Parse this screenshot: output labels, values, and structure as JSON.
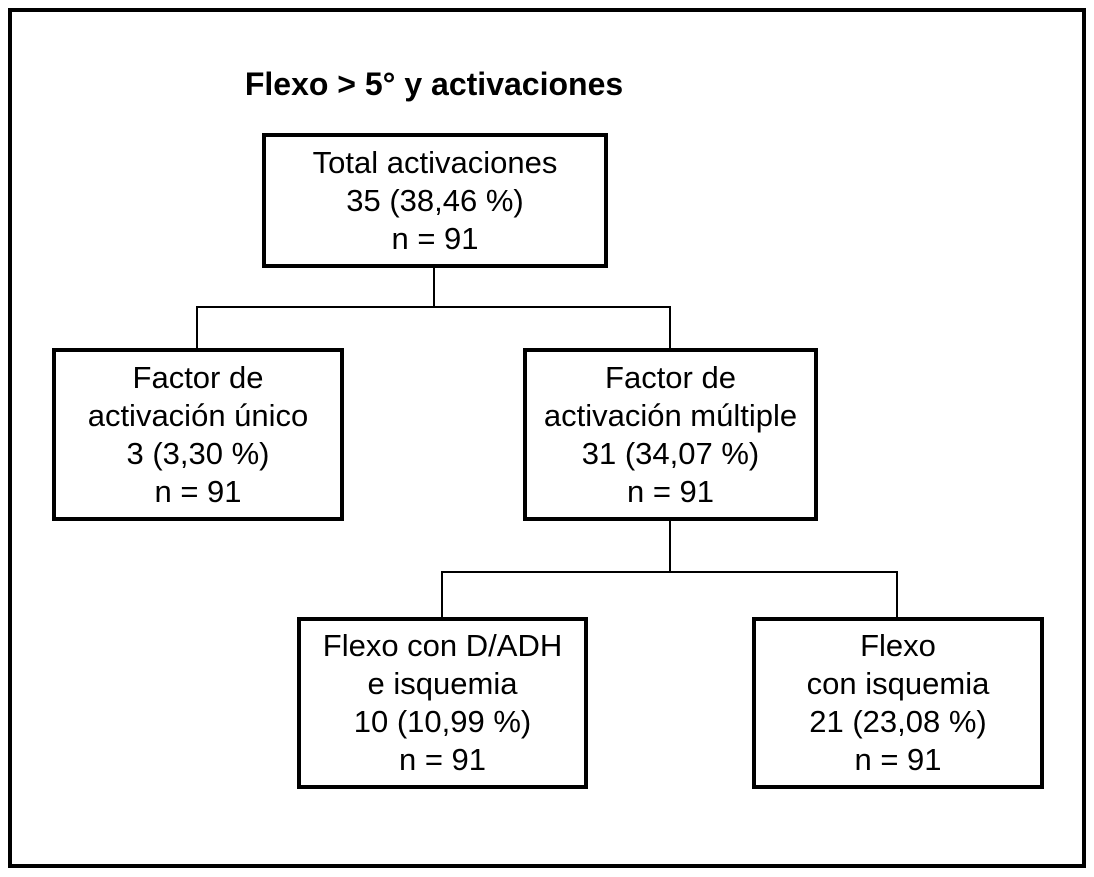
{
  "title": "Flexo > 5° y activaciones",
  "colors": {
    "ink": "#000000",
    "background": "#ffffff"
  },
  "nodes": {
    "total": {
      "lines": [
        "Total activaciones",
        "35 (38,46 %)",
        "n = 91"
      ]
    },
    "factor_unico": {
      "lines": [
        "Factor de",
        "activación único",
        "3 (3,30 %)",
        "n = 91"
      ]
    },
    "factor_multiple": {
      "lines": [
        "Factor de",
        "activación múltiple",
        "31 (34,07 %)",
        "n = 91"
      ]
    },
    "flexo_dadh_isquemia": {
      "lines": [
        "Flexo con D/ADH",
        "e isquemia",
        "10 (10,99 %)",
        "n = 91"
      ]
    },
    "flexo_isquemia": {
      "lines": [
        "Flexo",
        "con isquemia",
        "21 (23,08 %)",
        "n = 91"
      ]
    }
  }
}
